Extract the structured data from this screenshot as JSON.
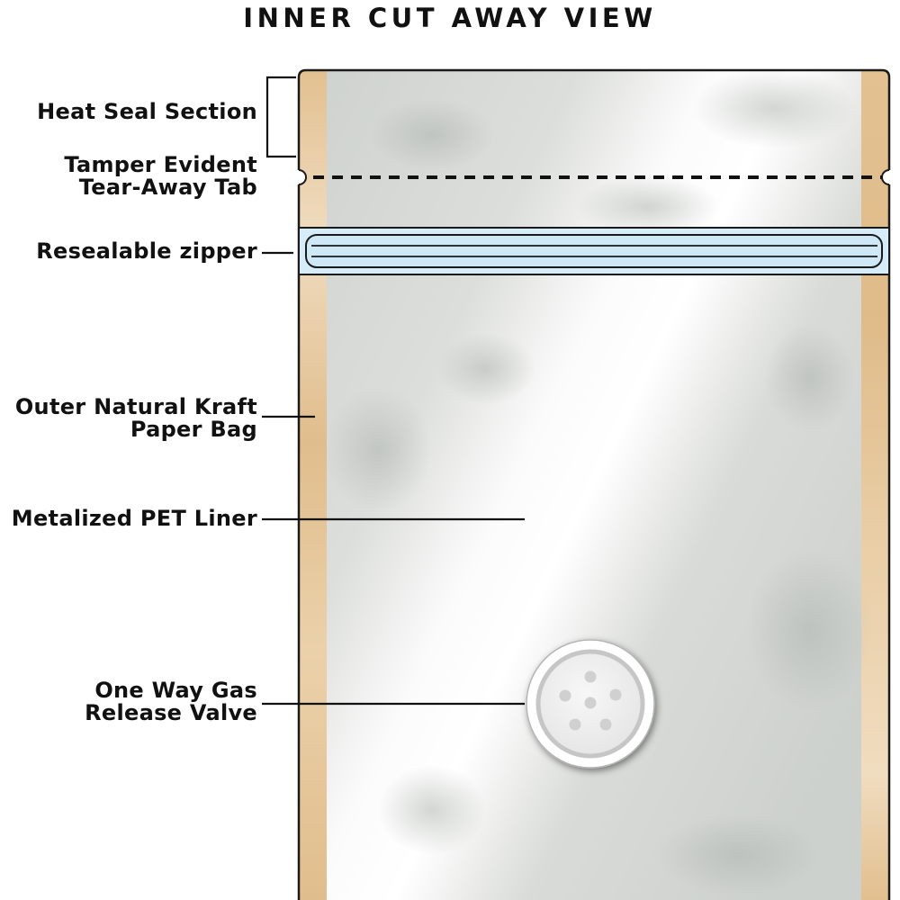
{
  "title": "INNER CUT AWAY VIEW",
  "labels": {
    "heat_seal": "Heat Seal Section",
    "tamper_line1": "Tamper Evident",
    "tamper_line2": "Tear-Away Tab",
    "zipper": "Resealable zipper",
    "kraft_line1": "Outer Natural Kraft",
    "kraft_line2": "Paper Bag",
    "pet": "Metalized PET Liner",
    "valve_line1": "One Way Gas",
    "valve_line2": "Release Valve"
  },
  "colors": {
    "kraft": "#e3c190",
    "zipper": "#d6ecf8",
    "outline": "#1a1a1a",
    "liner": "#dfe1de"
  }
}
